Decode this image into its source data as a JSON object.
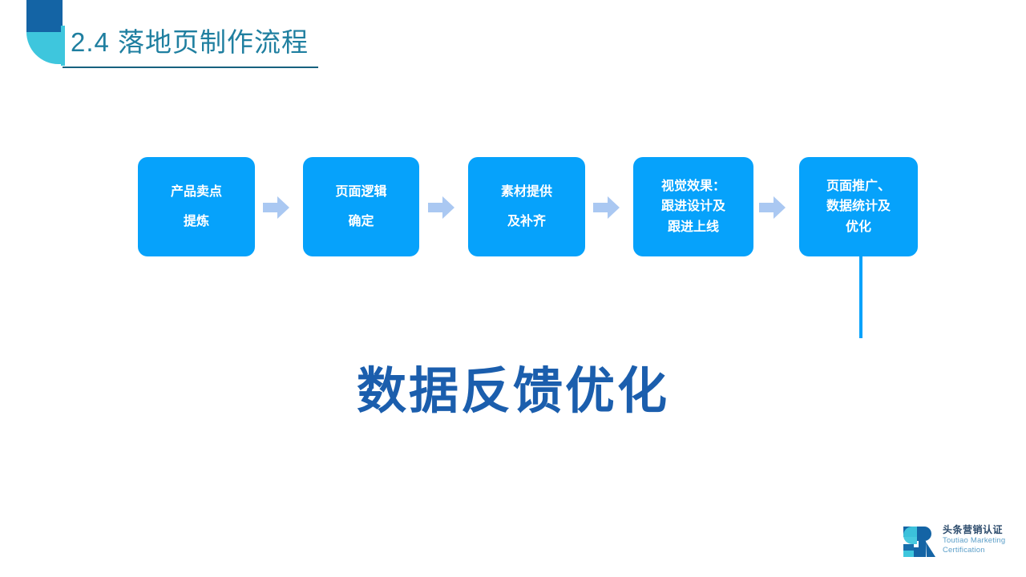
{
  "slide": {
    "title": "2.4 落地页制作流程",
    "headline": "数据反馈优化"
  },
  "colors": {
    "box_fill": "#06a2fb",
    "title_text": "#1f7fa0",
    "title_bar": "#3ec6dd",
    "title_underline": "#17617f",
    "deco_top": "#1464a5",
    "deco_bottom": "#3ec6dd",
    "arrow_fill": "#aac8f2",
    "headline_text": "#1b5ead",
    "loop_line_right": "#06a2fb",
    "loop_line_left": "#7fe3d8"
  },
  "flow": {
    "steps": [
      {
        "lines": [
          "产品卖点",
          "提炼"
        ]
      },
      {
        "lines": [
          "页面逻辑",
          "确定"
        ]
      },
      {
        "lines": [
          "素材提供",
          "及补齐"
        ]
      },
      {
        "lines": [
          "视觉效果：",
          "跟进设计及",
          "跟进上线"
        ]
      },
      {
        "lines": [
          "页面推广、",
          "数据统计及",
          "优化"
        ]
      }
    ],
    "arrows": [
      {
        "name": "arrow-right-icon"
      },
      {
        "name": "arrow-right-icon"
      },
      {
        "name": "arrow-right-icon"
      },
      {
        "name": "arrow-right-icon"
      }
    ],
    "feedback_loop": "数据反馈优化回路"
  },
  "logo": {
    "mark": "toutiao-marketing-certification-logo-icon",
    "cn": "头条营销认证",
    "en_line1": "Toutiao Marketing",
    "en_line2": "Certification"
  }
}
